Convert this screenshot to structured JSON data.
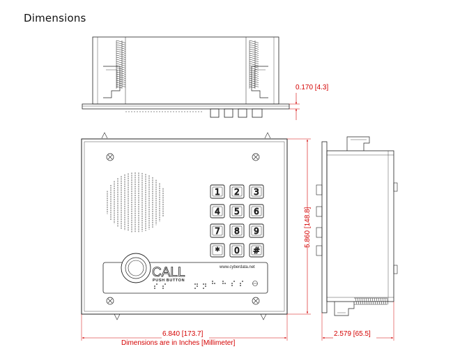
{
  "page": {
    "title": "Dimensions"
  },
  "dimensions": {
    "flange_thickness": "0.170 [4.3]",
    "height": "5.860 [148.8]",
    "width": "6.840 [173.7]",
    "depth": "2.579 [65.5]",
    "units_note": "Dimensions are in Inches [Millimeter]"
  },
  "faceplate": {
    "call_label": "CALL",
    "push_button_label": "PUSH BUTTON",
    "website": "www.cyberdata.net"
  },
  "keypad": {
    "keys": [
      "1",
      "2",
      "3",
      "4",
      "5",
      "6",
      "7",
      "8",
      "9",
      "*",
      "0",
      "#"
    ]
  },
  "colors": {
    "dimension": "#d40000",
    "line": "#222222"
  }
}
